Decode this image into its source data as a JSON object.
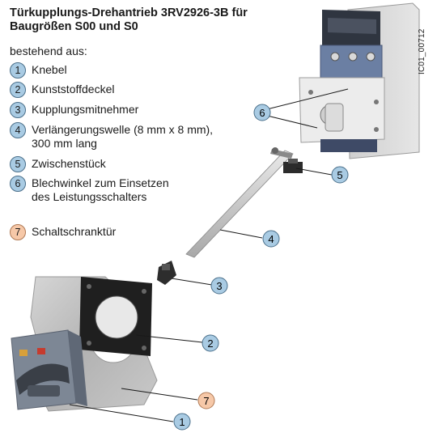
{
  "title_line1": "Türkupplungs-Drehantrieb 3RV2926-3B für",
  "title_line2": "Baugrößen S00 und S0",
  "subhead": "bestehend aus:",
  "parts": [
    {
      "num": "1",
      "label": "Knebel"
    },
    {
      "num": "2",
      "label": "Kunststoffdeckel"
    },
    {
      "num": "3",
      "label": "Kupplungsmitnehmer"
    },
    {
      "num": "4",
      "label": "Verlängerungswelle (8 mm x 8 mm),",
      "label2": "300 mm lang"
    },
    {
      "num": "5",
      "label": "Zwischenstück"
    },
    {
      "num": "6",
      "label": "Blechwinkel zum Einsetzen",
      "label2": "des Leistungsschalters"
    }
  ],
  "extra": {
    "num": "7",
    "label": "Schaltschranktür"
  },
  "image_code": "IC01_00712",
  "callouts": {
    "c1": "1",
    "c2": "2",
    "c3": "3",
    "c4": "4",
    "c5": "5",
    "c6": "6",
    "c7": "7"
  },
  "colors": {
    "callout_blue": "#a9cbe3",
    "callout_peach": "#f6c8a8",
    "sheet_metal": "#b9b9b9",
    "breaker_blue": "#7a8fb0"
  }
}
